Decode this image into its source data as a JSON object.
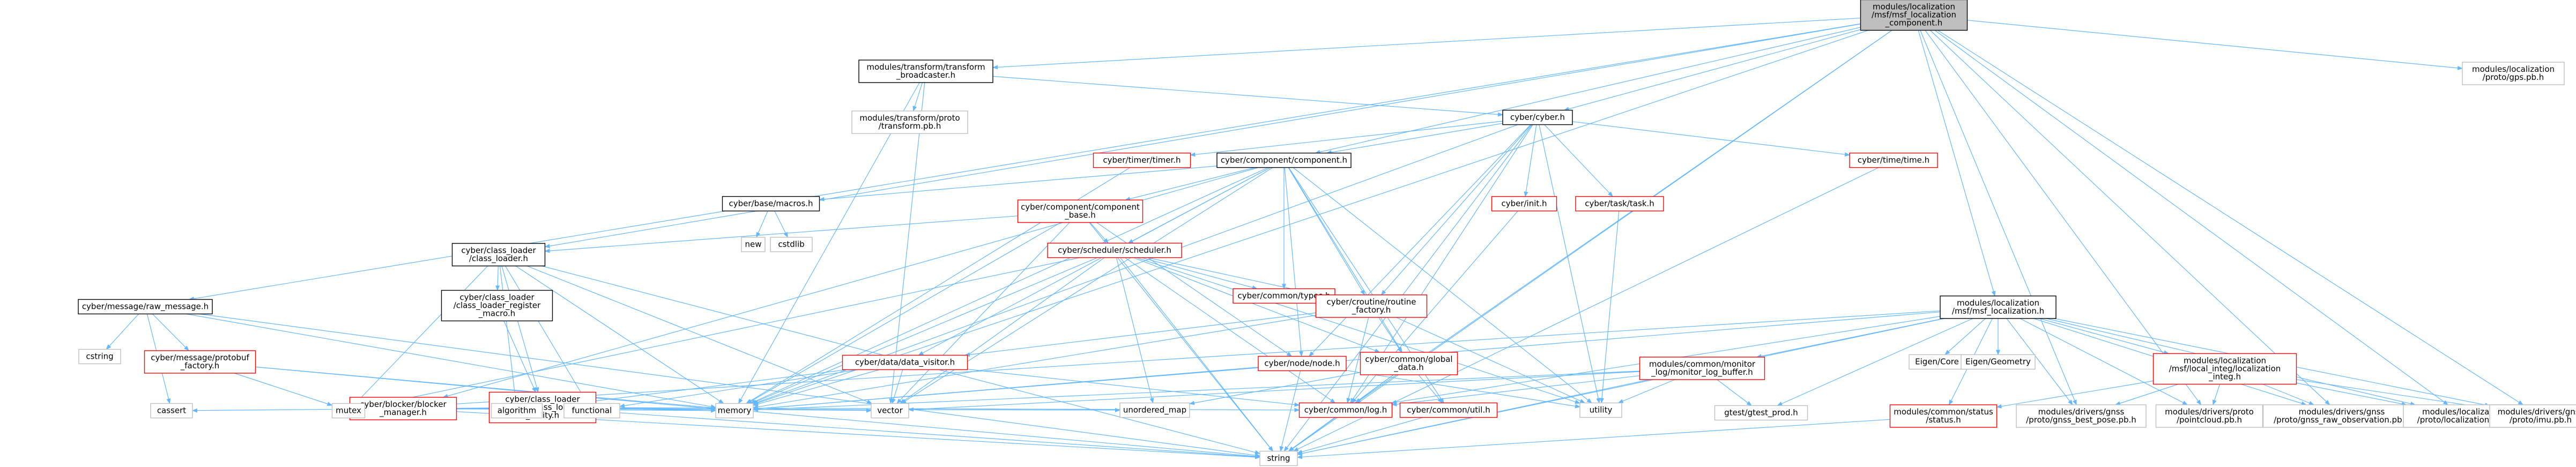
{
  "colors": {
    "edge": "#63b8ff",
    "border_normal": "#000000",
    "border_missing": "#bfbfbf",
    "border_linked": "#ff0000",
    "fill_root": "#bfbfbf",
    "fill_normal": "#ffffff",
    "text": "#000000"
  },
  "nodes": [
    {
      "id": "root",
      "lines": [
        "modules/localization",
        "/msf/msf_localization",
        "_component.h"
      ],
      "style": "root"
    },
    {
      "id": "tbb",
      "lines": [
        "modules/transform/transform",
        "_broadcaster.h"
      ],
      "style": "normal"
    },
    {
      "id": "gps",
      "lines": [
        "modules/localization",
        "/proto/gps.pb.h"
      ],
      "style": "missing"
    },
    {
      "id": "tfpb",
      "lines": [
        "modules/transform/proto",
        "/transform.pb.h"
      ],
      "style": "missing"
    },
    {
      "id": "cyber",
      "lines": [
        "cyber/cyber.h"
      ],
      "style": "normal"
    },
    {
      "id": "timer",
      "lines": [
        "cyber/timer/timer.h"
      ],
      "style": "linked"
    },
    {
      "id": "comp",
      "lines": [
        "cyber/component/component.h"
      ],
      "style": "normal"
    },
    {
      "id": "time",
      "lines": [
        "cyber/time/time.h"
      ],
      "style": "linked"
    },
    {
      "id": "macros",
      "lines": [
        "cyber/base/macros.h"
      ],
      "style": "normal"
    },
    {
      "id": "new",
      "lines": [
        "new"
      ],
      "style": "missing"
    },
    {
      "id": "cstdlib",
      "lines": [
        "cstdlib"
      ],
      "style": "missing"
    },
    {
      "id": "compbase",
      "lines": [
        "cyber/component/component",
        "_base.h"
      ],
      "style": "linked"
    },
    {
      "id": "init",
      "lines": [
        "cyber/init.h"
      ],
      "style": "linked"
    },
    {
      "id": "task",
      "lines": [
        "cyber/task/task.h"
      ],
      "style": "linked"
    },
    {
      "id": "classloader",
      "lines": [
        "cyber/class_loader",
        "/class_loader.h"
      ],
      "style": "normal"
    },
    {
      "id": "scheduler",
      "lines": [
        "cyber/scheduler/scheduler.h"
      ],
      "style": "linked"
    },
    {
      "id": "clreg",
      "lines": [
        "cyber/class_loader",
        "/class_loader_register",
        "_macro.h"
      ],
      "style": "normal"
    },
    {
      "id": "types",
      "lines": [
        "cyber/common/types.h"
      ],
      "style": "linked"
    },
    {
      "id": "rawmsg",
      "lines": [
        "cyber/message/raw_message.h"
      ],
      "style": "normal"
    },
    {
      "id": "routine",
      "lines": [
        "cyber/croutine/routine",
        "_factory.h"
      ],
      "style": "linked"
    },
    {
      "id": "msfloc",
      "lines": [
        "modules/localization",
        "/msf/msf_localization.h"
      ],
      "style": "normal"
    },
    {
      "id": "cstring",
      "lines": [
        "cstring"
      ],
      "style": "missing"
    },
    {
      "id": "protofac",
      "lines": [
        "cyber/message/protobuf",
        "_factory.h"
      ],
      "style": "linked"
    },
    {
      "id": "blocker",
      "lines": [
        "cyber/blocker/blocker",
        "_manager.h"
      ],
      "style": "linked"
    },
    {
      "id": "clutil",
      "lines": [
        "cyber/class_loader",
        "/utility/class_loader",
        "_utility.h"
      ],
      "style": "linked"
    },
    {
      "id": "datavisitor",
      "lines": [
        "cyber/data/data_visitor.h"
      ],
      "style": "linked"
    },
    {
      "id": "nodeh",
      "lines": [
        "cyber/node/node.h"
      ],
      "style": "linked"
    },
    {
      "id": "global",
      "lines": [
        "cyber/common/global",
        "_data.h"
      ],
      "style": "linked"
    },
    {
      "id": "monlog",
      "lines": [
        "modules/common/monitor",
        "_log/monitor_log_buffer.h"
      ],
      "style": "linked"
    },
    {
      "id": "eigencore",
      "lines": [
        "Eigen/Core"
      ],
      "style": "missing"
    },
    {
      "id": "eigengeo",
      "lines": [
        "Eigen/Geometry"
      ],
      "style": "missing"
    },
    {
      "id": "localinteg",
      "lines": [
        "modules/localization",
        "/msf/local_integ/localization",
        "_integ.h"
      ],
      "style": "linked"
    },
    {
      "id": "cassert",
      "lines": [
        "cassert"
      ],
      "style": "missing"
    },
    {
      "id": "mutex",
      "lines": [
        "mutex"
      ],
      "style": "missing"
    },
    {
      "id": "algorithm",
      "lines": [
        "algorithm"
      ],
      "style": "missing"
    },
    {
      "id": "functional",
      "lines": [
        "functional"
      ],
      "style": "missing"
    },
    {
      "id": "memory",
      "lines": [
        "memory"
      ],
      "style": "missing"
    },
    {
      "id": "vector",
      "lines": [
        "vector"
      ],
      "style": "missing"
    },
    {
      "id": "unordered",
      "lines": [
        "unordered_map"
      ],
      "style": "missing"
    },
    {
      "id": "log",
      "lines": [
        "cyber/common/log.h"
      ],
      "style": "linked"
    },
    {
      "id": "util",
      "lines": [
        "cyber/common/util.h"
      ],
      "style": "linked"
    },
    {
      "id": "utility",
      "lines": [
        "utility"
      ],
      "style": "missing"
    },
    {
      "id": "gtest",
      "lines": [
        "gtest/gtest_prod.h"
      ],
      "style": "missing"
    },
    {
      "id": "status",
      "lines": [
        "modules/common/status",
        "/status.h"
      ],
      "style": "linked"
    },
    {
      "id": "gnssbest",
      "lines": [
        "modules/drivers/gnss",
        "/proto/gnss_best_pose.pb.h"
      ],
      "style": "missing"
    },
    {
      "id": "pointcloud",
      "lines": [
        "modules/drivers/proto",
        "/pointcloud.pb.h"
      ],
      "style": "missing"
    },
    {
      "id": "gnssraw",
      "lines": [
        "modules/drivers/gnss",
        "/proto/gnss_raw_observation.pb.h"
      ],
      "style": "missing"
    },
    {
      "id": "locpb",
      "lines": [
        "modules/localization",
        "/proto/localization.pb.h"
      ],
      "style": "missing"
    },
    {
      "id": "imu",
      "lines": [
        "modules/drivers/gnss",
        "/proto/imu.pb.h"
      ],
      "style": "missing"
    },
    {
      "id": "string",
      "lines": [
        "string"
      ],
      "style": "missing"
    }
  ],
  "edges": [
    [
      "root",
      "tbb"
    ],
    [
      "root",
      "gps"
    ],
    [
      "root",
      "cyber"
    ],
    [
      "root",
      "comp"
    ],
    [
      "root",
      "classloader"
    ],
    [
      "root",
      "rawmsg"
    ],
    [
      "root",
      "msfloc"
    ],
    [
      "root",
      "memory"
    ],
    [
      "root",
      "string"
    ],
    [
      "root",
      "log"
    ],
    [
      "root",
      "gnssbest"
    ],
    [
      "root",
      "pointcloud"
    ],
    [
      "root",
      "gnssraw"
    ],
    [
      "root",
      "locpb"
    ],
    [
      "root",
      "imu"
    ],
    [
      "tbb",
      "tfpb"
    ],
    [
      "tbb",
      "cyber"
    ],
    [
      "tbb",
      "memory"
    ],
    [
      "tbb",
      "vector"
    ],
    [
      "cyber",
      "timer"
    ],
    [
      "cyber",
      "comp"
    ],
    [
      "cyber",
      "time"
    ],
    [
      "cyber",
      "init"
    ],
    [
      "cyber",
      "task"
    ],
    [
      "cyber",
      "log"
    ],
    [
      "cyber",
      "nodeh"
    ],
    [
      "cyber",
      "string"
    ],
    [
      "cyber",
      "utility"
    ],
    [
      "cyber",
      "memory"
    ],
    [
      "cyber",
      "routine"
    ],
    [
      "timer",
      "memory"
    ],
    [
      "comp",
      "macros"
    ],
    [
      "comp",
      "compbase"
    ],
    [
      "comp",
      "scheduler"
    ],
    [
      "comp",
      "types"
    ],
    [
      "comp",
      "routine"
    ],
    [
      "comp",
      "datavisitor"
    ],
    [
      "comp",
      "nodeh"
    ],
    [
      "comp",
      "global"
    ],
    [
      "comp",
      "blocker"
    ],
    [
      "comp",
      "memory"
    ],
    [
      "comp",
      "vector"
    ],
    [
      "comp",
      "utility"
    ],
    [
      "comp",
      "util"
    ],
    [
      "time",
      "string"
    ],
    [
      "macros",
      "new"
    ],
    [
      "macros",
      "cstdlib"
    ],
    [
      "compbase",
      "classloader"
    ],
    [
      "compbase",
      "scheduler"
    ],
    [
      "compbase",
      "memory"
    ],
    [
      "compbase",
      "vector"
    ],
    [
      "compbase",
      "nodeh"
    ],
    [
      "compbase",
      "string"
    ],
    [
      "init",
      "log"
    ],
    [
      "task",
      "utility"
    ],
    [
      "classloader",
      "clreg"
    ],
    [
      "classloader",
      "clutil"
    ],
    [
      "classloader",
      "mutex"
    ],
    [
      "classloader",
      "algorithm"
    ],
    [
      "classloader",
      "functional"
    ],
    [
      "classloader",
      "memory"
    ],
    [
      "classloader",
      "string"
    ],
    [
      "classloader",
      "vector"
    ],
    [
      "clreg",
      "clutil"
    ],
    [
      "clutil",
      "mutex"
    ],
    [
      "clutil",
      "cassert"
    ],
    [
      "clutil",
      "functional"
    ],
    [
      "clutil",
      "memory"
    ],
    [
      "clutil",
      "string"
    ],
    [
      "clutil",
      "vector"
    ],
    [
      "clutil",
      "log"
    ],
    [
      "scheduler",
      "types"
    ],
    [
      "scheduler",
      "routine"
    ],
    [
      "scheduler",
      "mutex"
    ],
    [
      "scheduler",
      "memory"
    ],
    [
      "scheduler",
      "string"
    ],
    [
      "scheduler",
      "unordered"
    ],
    [
      "scheduler",
      "vector"
    ],
    [
      "scheduler",
      "log"
    ],
    [
      "scheduler",
      "global"
    ],
    [
      "scheduler",
      "utility"
    ],
    [
      "routine",
      "datavisitor"
    ],
    [
      "routine",
      "global"
    ],
    [
      "routine",
      "log"
    ],
    [
      "routine",
      "memory"
    ],
    [
      "routine",
      "utility"
    ],
    [
      "rawmsg",
      "cstring"
    ],
    [
      "rawmsg",
      "protofac"
    ],
    [
      "rawmsg",
      "cassert"
    ],
    [
      "rawmsg",
      "memory"
    ],
    [
      "rawmsg",
      "string"
    ],
    [
      "protofac",
      "mutex"
    ],
    [
      "protofac",
      "memory"
    ],
    [
      "protofac",
      "string"
    ],
    [
      "blocker",
      "mutex"
    ],
    [
      "blocker",
      "memory"
    ],
    [
      "blocker",
      "string"
    ],
    [
      "blocker",
      "unordered"
    ],
    [
      "datavisitor",
      "algorithm"
    ],
    [
      "datavisitor",
      "functional"
    ],
    [
      "datavisitor",
      "memory"
    ],
    [
      "datavisitor",
      "vector"
    ],
    [
      "datavisitor",
      "log"
    ],
    [
      "nodeh",
      "memory"
    ],
    [
      "nodeh",
      "string"
    ],
    [
      "nodeh",
      "utility"
    ],
    [
      "global",
      "log"
    ],
    [
      "global",
      "util"
    ],
    [
      "global",
      "string"
    ],
    [
      "global",
      "unordered"
    ],
    [
      "util",
      "string"
    ],
    [
      "log",
      "string"
    ],
    [
      "msfloc",
      "monlog"
    ],
    [
      "msfloc",
      "eigencore"
    ],
    [
      "msfloc",
      "eigengeo"
    ],
    [
      "msfloc",
      "localinteg"
    ],
    [
      "msfloc",
      "gtest"
    ],
    [
      "msfloc",
      "status"
    ],
    [
      "msfloc",
      "gnssbest"
    ],
    [
      "msfloc",
      "pointcloud"
    ],
    [
      "msfloc",
      "gnssraw"
    ],
    [
      "msfloc",
      "locpb"
    ],
    [
      "msfloc",
      "imu"
    ],
    [
      "msfloc",
      "log"
    ],
    [
      "msfloc",
      "memory"
    ],
    [
      "msfloc",
      "string"
    ],
    [
      "msfloc",
      "mutex"
    ],
    [
      "monlog",
      "log"
    ],
    [
      "monlog",
      "gtest"
    ],
    [
      "monlog",
      "utility"
    ],
    [
      "monlog",
      "vector"
    ],
    [
      "monlog",
      "memory"
    ],
    [
      "monlog",
      "string"
    ],
    [
      "localinteg",
      "status"
    ],
    [
      "localinteg",
      "gnssbest"
    ],
    [
      "localinteg",
      "pointcloud"
    ],
    [
      "localinteg",
      "gnssraw"
    ],
    [
      "localinteg",
      "locpb"
    ],
    [
      "localinteg",
      "imu"
    ],
    [
      "status",
      "string"
    ]
  ]
}
